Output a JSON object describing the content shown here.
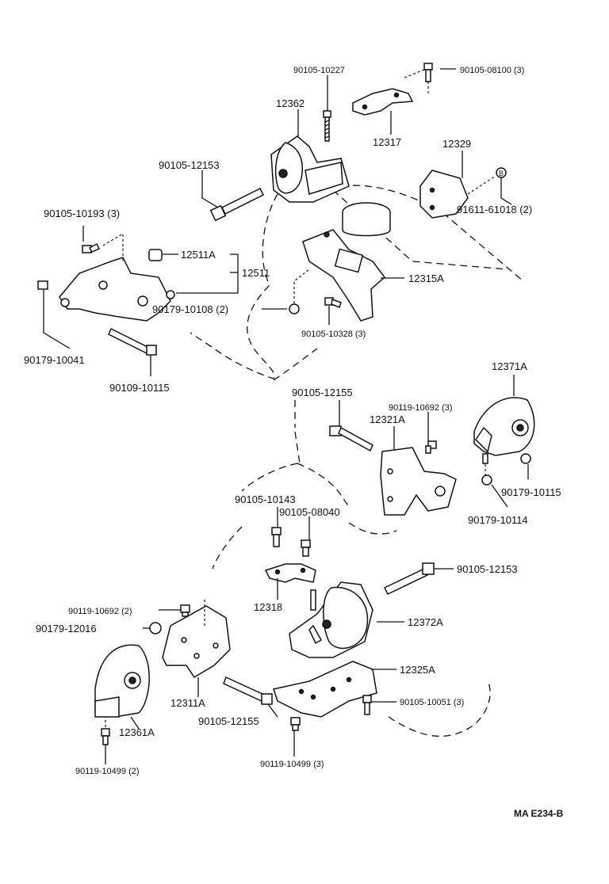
{
  "labels": {
    "p_90105_10227": "90105-10227",
    "p_90105_08100": "90105-08100 (3)",
    "p_12362": "12362",
    "p_12317": "12317",
    "p_12329": "12329",
    "p_90105_12153_top": "90105-12153",
    "p_91611_61018": "91611-61018 (2)",
    "p_90105_10193": "90105-10193 (3)",
    "p_12511A": "12511A",
    "p_12511": "12511",
    "p_12315A": "12315A",
    "p_90179_10108": "90179-10108 (2)",
    "p_90105_10328": "90105-10328 (3)",
    "p_90179_10041": "90179-10041",
    "p_90109_10115": "90109-10115",
    "p_90105_12155_mid": "90105-12155",
    "p_12371A": "12371A",
    "p_90119_10692_mid": "90119-10692 (3)",
    "p_12321A": "12321A",
    "p_90179_10115": "90179-10115",
    "p_90179_10114": "90179-10114",
    "p_90105_10143": "90105-10143",
    "p_90105_08040": "90105-08040",
    "p_90105_12153_bot": "90105-12153",
    "p_12318": "12318",
    "p_90119_10692_bot": "90119-10692 (2)",
    "p_90179_12016": "90179-12016",
    "p_12372A": "12372A",
    "p_12325A": "12325A",
    "p_12311A": "12311A",
    "p_90105_10051": "90105-10051 (3)",
    "p_12361A": "12361A",
    "p_90105_12155_bot": "90105-12155",
    "p_90119_10499_mid": "90119-10499 (3)",
    "p_90119_10499_left": "90119-10499 (2)"
  },
  "footer": {
    "code": "MA  E234-B"
  }
}
